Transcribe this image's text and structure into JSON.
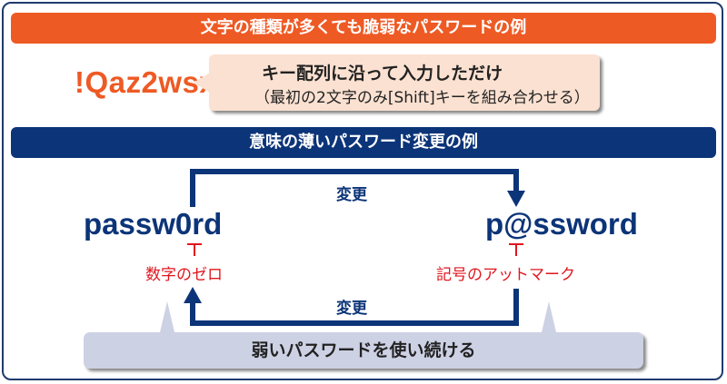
{
  "section1": {
    "title": "文字の種類が多くても脆弱なパスワードの例",
    "password": "!Qaz2wsx",
    "callout_line1": "キー配列に沿って入力しただけ",
    "callout_line2": "（最初の2文字のみ[Shift]キーを組み合わせる）"
  },
  "section2": {
    "title": "意味の薄いパスワード変更の例",
    "left_password": {
      "before": "passw",
      "highlight": "0",
      "after": "rd"
    },
    "right_password": {
      "before": "p",
      "highlight": "@",
      "after": "ssword"
    },
    "left_note": "数字のゼロ",
    "right_note": "記号のアットマーク",
    "change_top": "変更",
    "change_bottom": "変更",
    "conclusion": "弱いパスワードを使い続ける"
  },
  "colors": {
    "orange": "#ee5a24",
    "navy": "#0c3478",
    "red": "#e0161e",
    "callout_bg": "#fbe1d1",
    "conclusion_bg": "#cdd1e4"
  }
}
